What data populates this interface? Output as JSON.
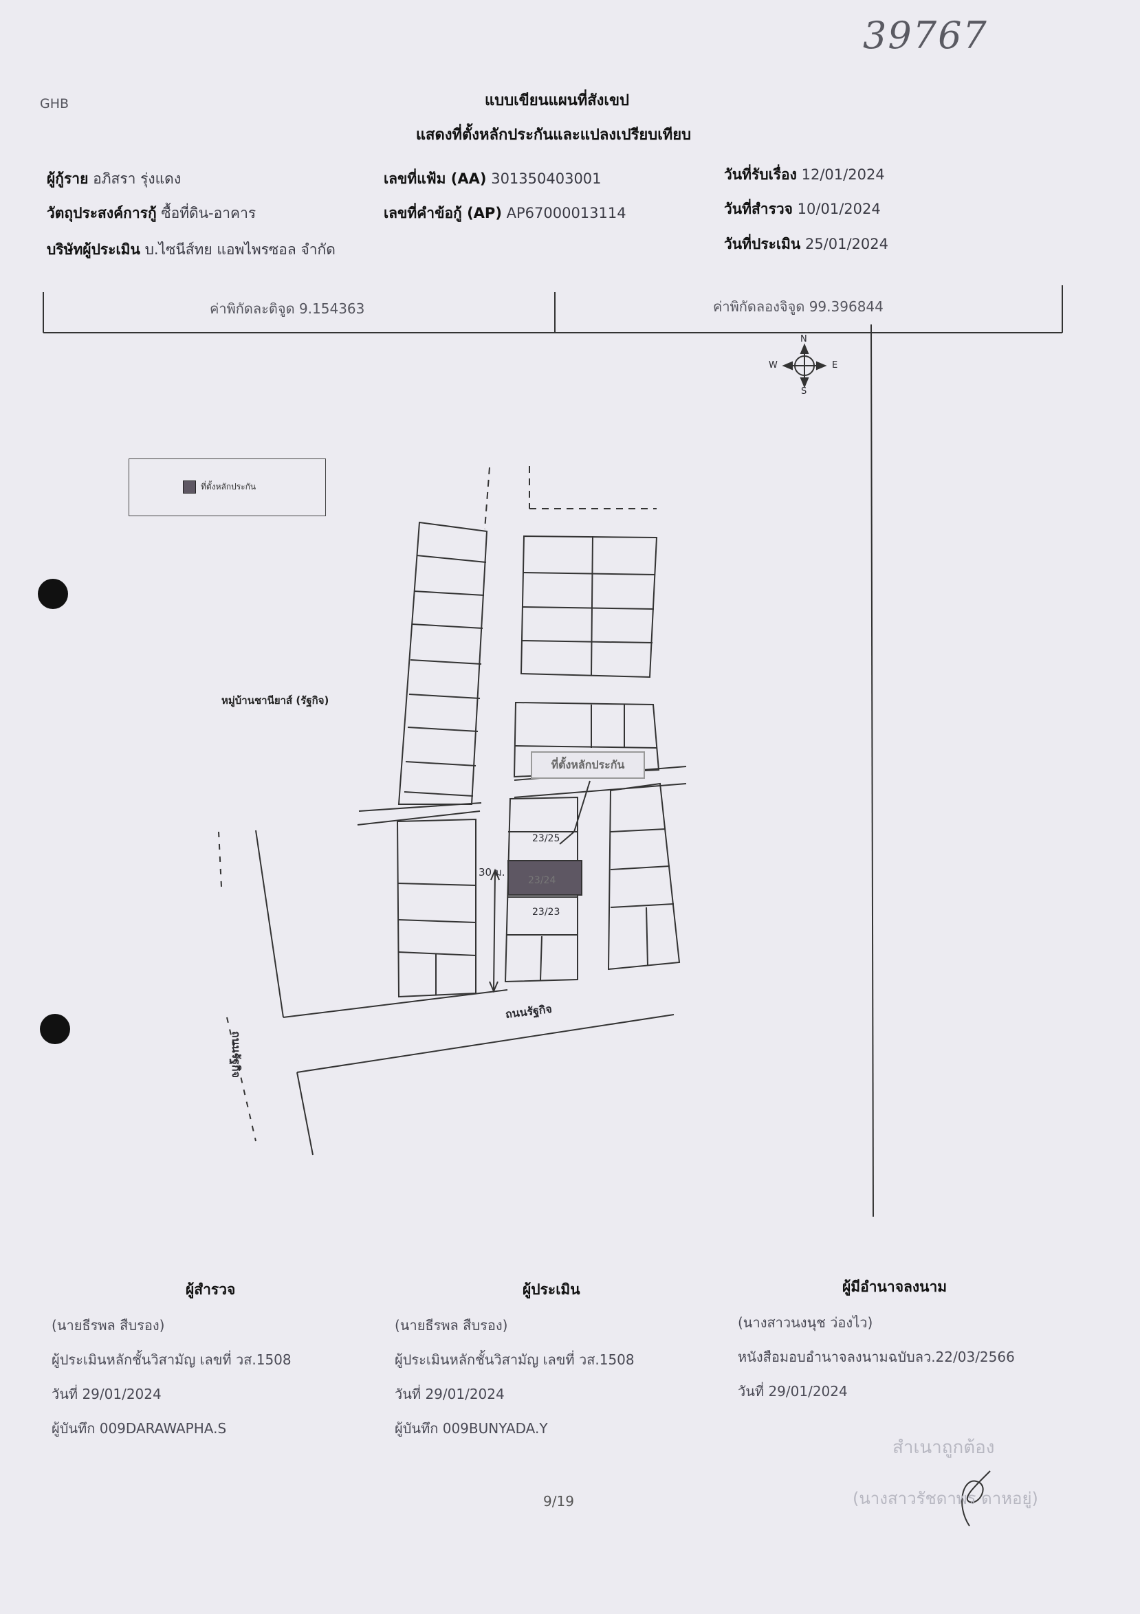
{
  "header": {
    "handwritten_number": "39767",
    "bank_code": "GHB",
    "title_line1": "แบบเขียนแผนที่สังเขป",
    "title_line2": "แสดงที่ตั้งหลักประกันและแปลงเปรียบเทียบ"
  },
  "info": {
    "borrower_label": "ผู้กู้ราย",
    "borrower_value": "อภิสรา รุ่งแดง",
    "purpose_label": "วัตถุประสงค์การกู้",
    "purpose_value": "ซื้อที่ดิน-อาคาร",
    "appraiser_company_label": "บริษัทผู้ประเมิน",
    "appraiser_company_value": "บ.ไซนีส์ทย แอพไพรซอล จำกัด",
    "file_no_label": "เลขที่แฟ้ม (AA)",
    "file_no_value": "301350403001",
    "request_no_label": "เลขที่คำข้อกู้ (AP)",
    "request_no_value": "AP67000013114",
    "received_label": "วันที่รับเรื่อง",
    "received_value": "12/01/2024",
    "survey_label": "วันที่สำรวจ",
    "survey_value": "10/01/2024",
    "appraise_label": "วันที่ประเมิน",
    "appraise_value": "25/01/2024"
  },
  "coords": {
    "lat_text": "ค่าพิกัดละติจูด 9.154363",
    "lon_text": "ค่าพิกัดลองจิจูด 99.396844"
  },
  "map": {
    "compass": {
      "n": "N",
      "s": "S",
      "e": "E",
      "w": "W"
    },
    "legend_label": "ที่ตั้งหลักประกัน",
    "village_label": "หมู่บ้านชานียาส์ (รัฐกิจ)",
    "callout_label": "ที่ตั้งหลักประกัน",
    "plot_upper": "23/25",
    "plot_subject": "23/24",
    "plot_lower": "23/23",
    "distance_label": "30 ม.",
    "road_label_horizontal": "ถนนรัฐกิจ",
    "road_label_vertical": "ถนนรัฐกิจ",
    "colors": {
      "subject_fill": "#5e5763",
      "lines": "#333333"
    }
  },
  "signatures": {
    "surveyor": {
      "title": "ผู้สำรวจ",
      "name": "(นายธีรพล สืบรอง)",
      "position": "ผู้ประเมินหลักชั้นวิสามัญ เลขที่ วส.1508",
      "date": "วันที่ 29/01/2024",
      "recorder": "ผู้บันทึก 009DARAWAPHA.S"
    },
    "appraiser": {
      "title": "ผู้ประเมิน",
      "name": "(นายธีรพล สืบรอง)",
      "position": "ผู้ประเมินหลักชั้นวิสามัญ เลขที่ วส.1508",
      "date": "วันที่ 29/01/2024",
      "recorder": "ผู้บันทึก 009BUNYADA.Y"
    },
    "authorized": {
      "title": "ผู้มีอำนาจลงนาม",
      "name": "(นางสาวนงนุช ว่องไว)",
      "authority": "หนังสือมอบอำนาจลงนามฉบับลว.22/03/2566",
      "date": "วันที่ 29/01/2024"
    }
  },
  "footer": {
    "page": "9/19",
    "stamp_text": "สำเนาถูกต้อง",
    "stamp_name": "(นางสาวรัชดาพร ดาหอยู่)"
  }
}
